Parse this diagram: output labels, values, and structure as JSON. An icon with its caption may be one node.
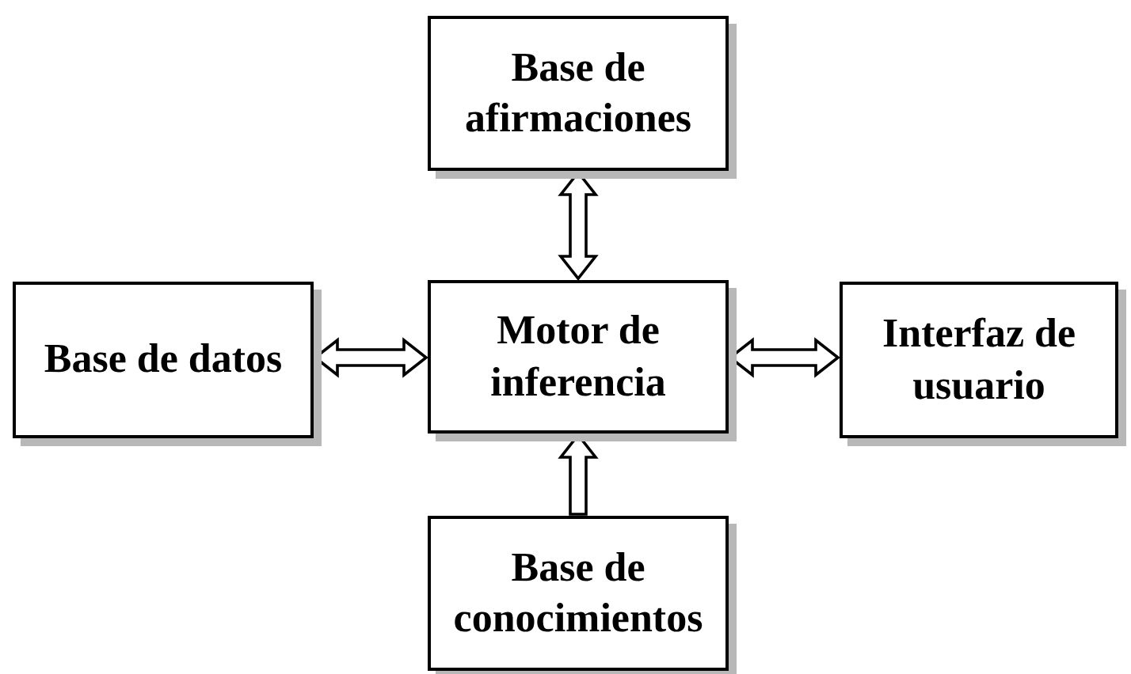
{
  "diagram": {
    "nodes": [
      {
        "text": [
          "Base de afirmaciones"
        ]
      },
      {
        "text": [
          "Base de datos"
        ]
      },
      {
        "text": [
          "Motor de inferencia"
        ]
      },
      {
        "text": [
          "Interfaz de usuario"
        ]
      },
      {
        "text": [
          "Base de conocimientos"
        ]
      }
    ],
    "edges": [
      {
        "from": 0,
        "to": 2,
        "arrow": "both"
      },
      {
        "from": 1,
        "to": 2,
        "arrow": "both"
      },
      {
        "from": 2,
        "to": 3,
        "arrow": "both"
      },
      {
        "from": 4,
        "to": 2,
        "arrow": "to"
      }
    ]
  }
}
